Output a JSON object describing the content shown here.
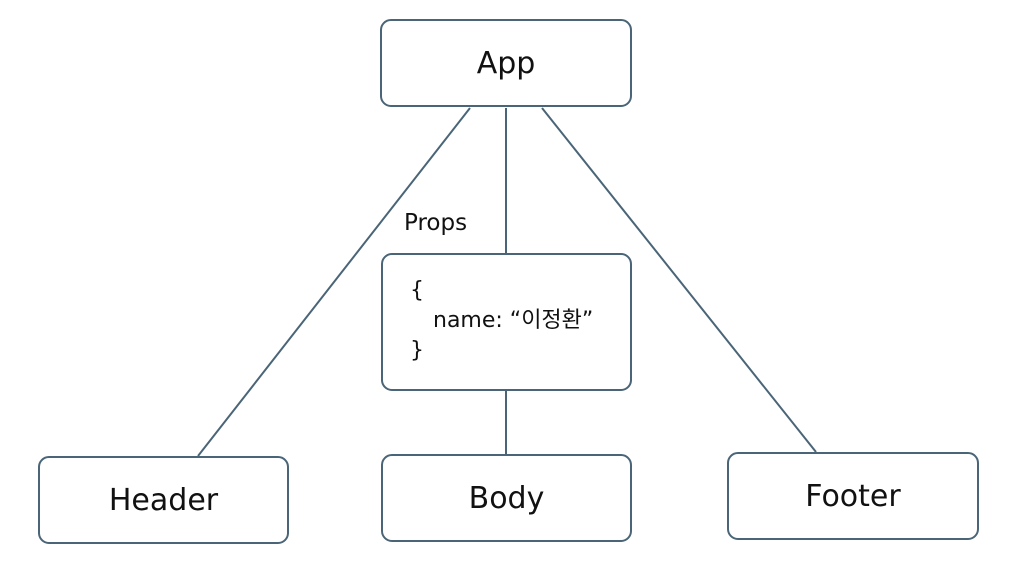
{
  "nodes": {
    "app": "App",
    "header": "Header",
    "body": "Body",
    "footer": "Footer"
  },
  "props": {
    "label": "Props",
    "open_brace": "{",
    "entry": "name: “이정환”",
    "close_brace": "}"
  },
  "colors": {
    "border": "#4a6577",
    "line": "#4a6577",
    "text": "#111111",
    "background": "#ffffff"
  }
}
